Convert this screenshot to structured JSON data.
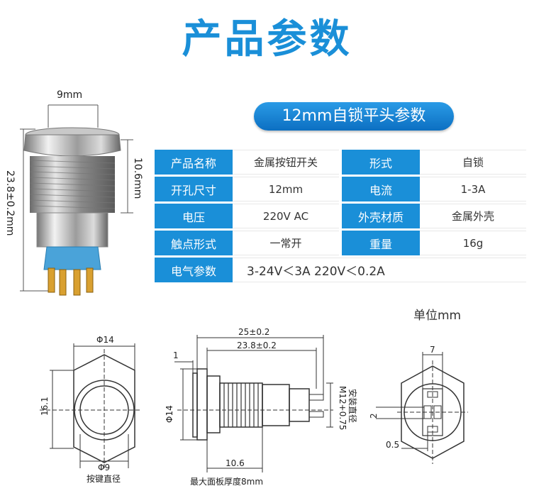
{
  "page_title": "产品参数",
  "spec_title": "12mm自锁平头参数",
  "rows": [
    {
      "k1": "产品名称",
      "v1": "金属按钮开关",
      "k2": "形式",
      "v2": "自锁"
    },
    {
      "k1": "开孔尺寸",
      "v1": "12mm",
      "k2": "电流",
      "v2": "1-3A"
    },
    {
      "k1": "电压",
      "v1": "220V AC",
      "k2": "外壳材质",
      "v2": "金属外壳"
    },
    {
      "k1": "触点形式",
      "v1": "一常开",
      "k2": "重量",
      "v2": "16g"
    }
  ],
  "electrical": {
    "k": "电气参数",
    "v": "3-24V＜3A  220V＜0.2A"
  },
  "photo_dims": {
    "width": "9mm",
    "thread": "10.6mm",
    "height": "23.8±0.2mm"
  },
  "unit_note": "单位mm",
  "drawing": {
    "front_phi": "Φ14",
    "front_h": "16.1",
    "front_button_phi": "Φ9",
    "front_caption": "按键直径",
    "side_total": "25±0.2",
    "side_body": "23.8±0.2",
    "side_bezel": "1",
    "side_phi": "Φ14",
    "side_thread_len": "10.6",
    "side_thread": "M12+0.75",
    "side_thread_caption": "安装直径",
    "side_caption": "最大面板厚度8mm",
    "back_width": "7",
    "back_gap": "2",
    "back_thick": "0.5"
  },
  "colors": {
    "accent": "#1a8fd8",
    "pill": "#0c6fc2",
    "terminal_base": "#4aa3d9"
  }
}
